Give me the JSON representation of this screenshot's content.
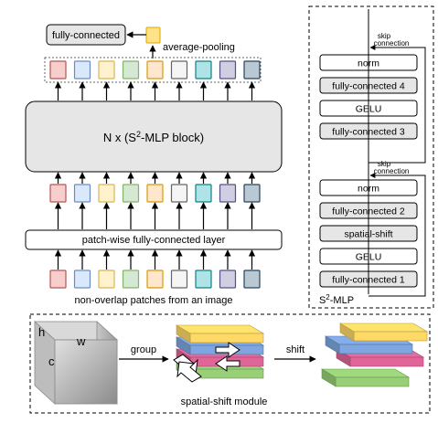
{
  "top": {
    "fc_label": "fully-connected",
    "pool_label": "average-pooling"
  },
  "main_block": {
    "prefix": "N x (S",
    "sup": "2",
    "suffix": "-MLP block)"
  },
  "patch_layer": "patch-wise fully-connected layer",
  "patches_caption": "non-overlap patches from an image",
  "token_colors": [
    {
      "fill": "#f8cecc",
      "stroke": "#b85450"
    },
    {
      "fill": "#dae8fc",
      "stroke": "#6c8ebf"
    },
    {
      "fill": "#fff2cc",
      "stroke": "#d6b656"
    },
    {
      "fill": "#d5e8d4",
      "stroke": "#82b366"
    },
    {
      "fill": "#ffe6cc",
      "stroke": "#d79b00"
    },
    {
      "fill": "#f5f5f5",
      "stroke": "#666666"
    },
    {
      "fill": "#b0e3e6",
      "stroke": "#0e8088"
    },
    {
      "fill": "#d0cee2",
      "stroke": "#56517e"
    },
    {
      "fill": "#bac8d3",
      "stroke": "#23445d"
    }
  ],
  "pooled_token_color": {
    "fill": "#ffe28a",
    "stroke": "#d6a800"
  },
  "s2mlp": {
    "title_prefix": "S",
    "title_sup": "2",
    "title_suffix": "-MLP",
    "skip_top_1": "skip",
    "skip_top_2": "connection",
    "skip_mid_1": "skip",
    "skip_mid_2": "connection",
    "blocks": [
      {
        "label": "norm",
        "shaded": false
      },
      {
        "label": "fully-connected 4",
        "shaded": true
      },
      {
        "label": "GELU",
        "shaded": false
      },
      {
        "label": "fully-connected 3",
        "shaded": true
      },
      {
        "label": "norm",
        "shaded": false
      },
      {
        "label": "fully-connected 2",
        "shaded": true
      },
      {
        "label": "spatial-shift",
        "shaded": true
      },
      {
        "label": "GELU",
        "shaded": false
      },
      {
        "label": "fully-connected 1",
        "shaded": true
      }
    ]
  },
  "bottom": {
    "h_label": "h",
    "w_label": "w",
    "c_label": "c",
    "group_label": "group",
    "shift_label": "shift",
    "module_caption": "spatial-shift module",
    "layer_colors": [
      "#ffd966",
      "#7ea6e0",
      "#e06699",
      "#97d077"
    ]
  },
  "colors": {
    "block_fill": "#e6e6e6",
    "shaded_fill": "#e6e6e6",
    "white_fill": "#ffffff"
  }
}
